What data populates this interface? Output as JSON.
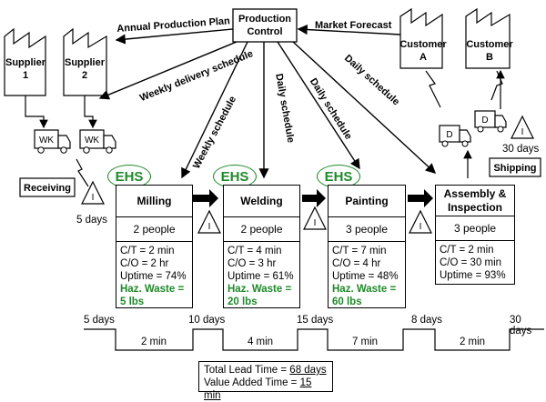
{
  "production_control": {
    "line1": "Production",
    "line2": "Control"
  },
  "info_flows": {
    "annual_plan": "Annual Production Plan",
    "market_forecast": "Market Forecast",
    "weekly_delivery": "Weekly delivery schedule",
    "weekly_schedule": "Weekly schedule",
    "daily_schedule_1": "Daily schedule",
    "daily_schedule_2": "Daily schedule",
    "daily_schedule_3": "Daily schedule"
  },
  "suppliers": [
    {
      "line1": "Supplier",
      "line2": "1"
    },
    {
      "line1": "Supplier",
      "line2": "2"
    }
  ],
  "customers": [
    {
      "line1": "Customer",
      "line2": "A"
    },
    {
      "line1": "Customer",
      "line2": "B"
    }
  ],
  "trucks": {
    "supplier_label": "WK",
    "customer_label": "D"
  },
  "receiving": {
    "label": "Receiving",
    "inventory_days": "5 days"
  },
  "shipping": {
    "label": "Shipping",
    "inventory_days": "30 days"
  },
  "inventory_symbol": "I",
  "ehs_label": "EHS",
  "processes": [
    {
      "name": "Milling",
      "people": "2 people",
      "ct": "C/T = 2 min",
      "co": "C/O = 2 hr",
      "uptime": "Uptime = 74%",
      "haz1": "Haz. Waste =",
      "haz2": "5 lbs"
    },
    {
      "name": "Welding",
      "people": "2 people",
      "ct": "C/T = 4 min",
      "co": "C/O = 3 hr",
      "uptime": "Uptime = 61%",
      "haz1": "Haz. Waste =",
      "haz2": "20 lbs"
    },
    {
      "name": "Painting",
      "people": "3 people",
      "ct": "C/T = 7 min",
      "co": "C/O = 4 hr",
      "uptime": "Uptime = 48%",
      "haz1": "Haz. Waste =",
      "haz2": "60 lbs"
    },
    {
      "name_line1": "Assembly &",
      "name_line2": "Inspection",
      "people": "3 people",
      "ct": "C/T = 2 min",
      "co": "C/O = 30 min",
      "uptime": "Uptime = 93%"
    }
  ],
  "timeline": {
    "days": [
      "5 days",
      "10 days",
      "15 days",
      "8 days",
      "30 days"
    ],
    "times": [
      "2 min",
      "4 min",
      "7 min",
      "2 min"
    ]
  },
  "summary": {
    "lead_label": "Total Lead Time = ",
    "lead_value": "68 days",
    "va_label": "Value Added Time = ",
    "va_value": "15 min"
  }
}
